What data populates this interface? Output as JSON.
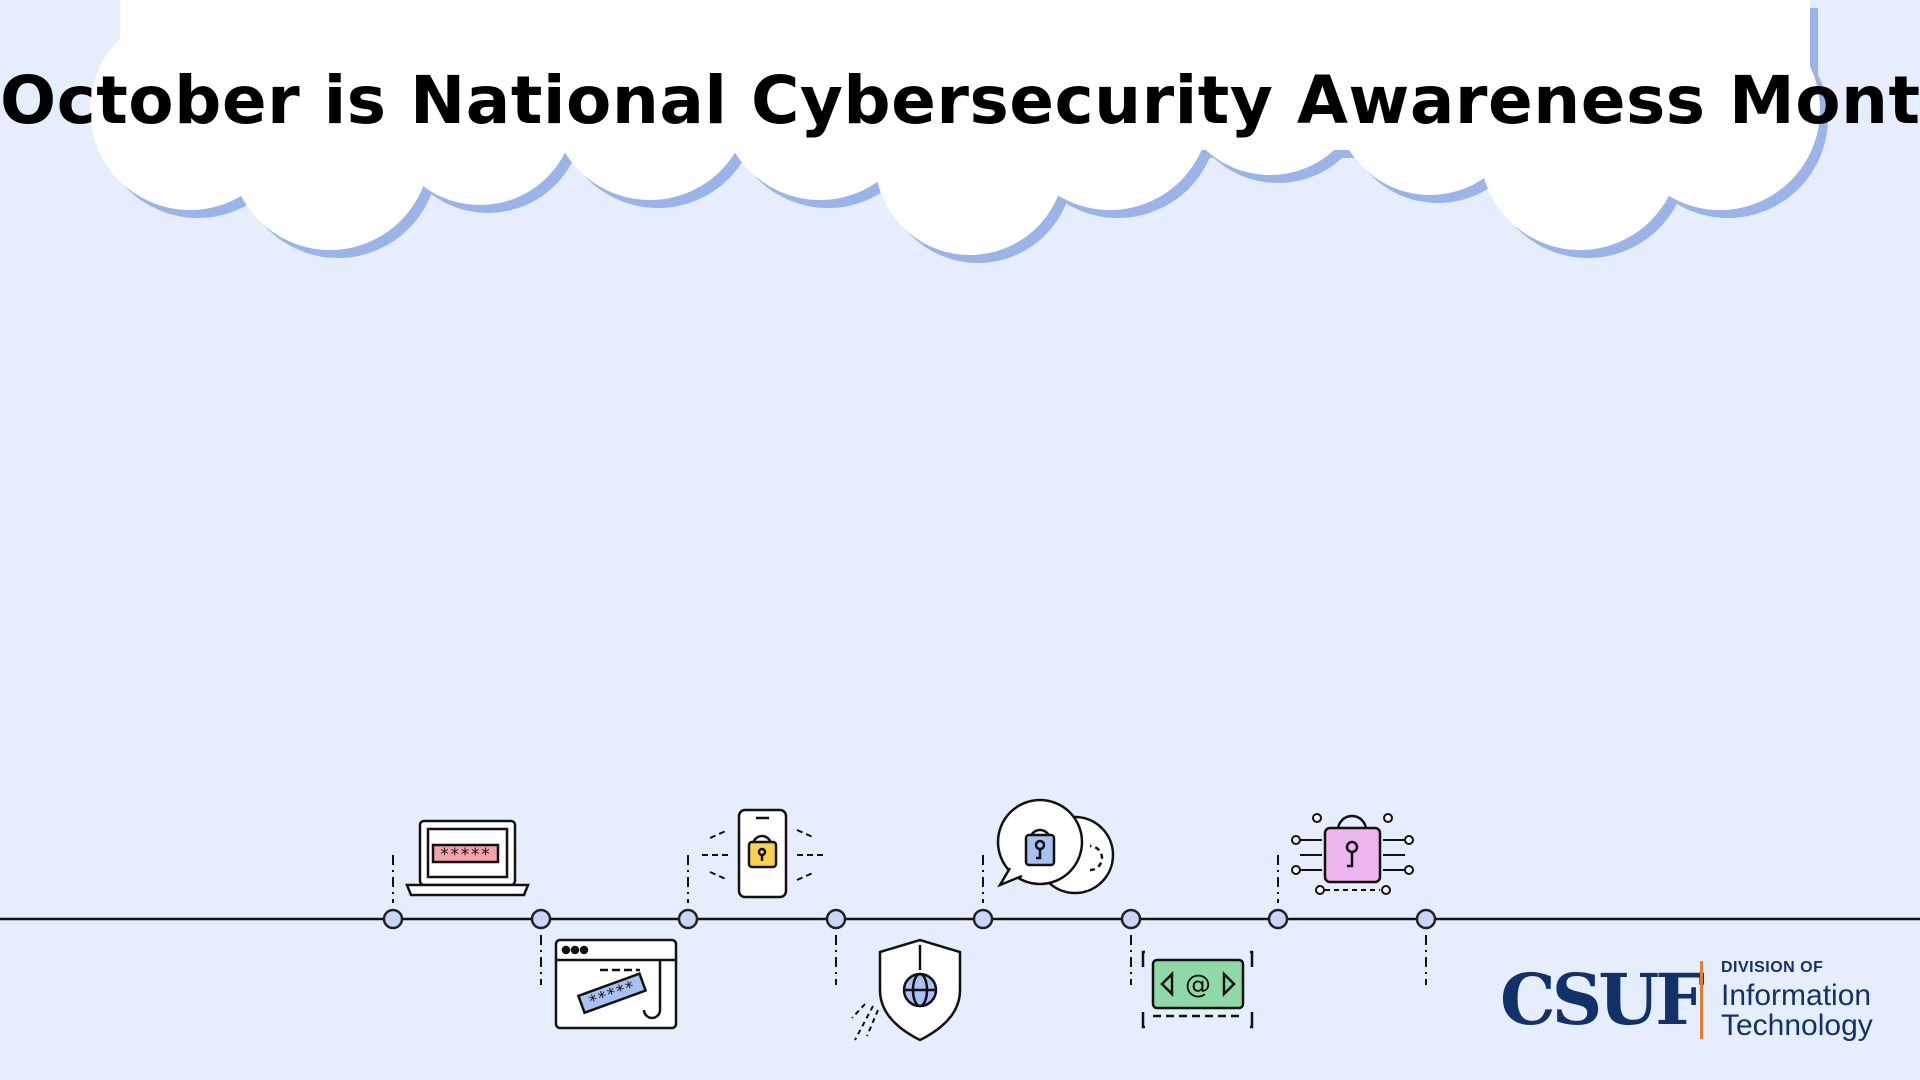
{
  "title": "October is National Cybersecurity Awareness Month",
  "timeline": {
    "icons": [
      {
        "name": "laptop-password-icon",
        "position": "above"
      },
      {
        "name": "phishing-password-icon",
        "position": "below"
      },
      {
        "name": "smartphone-lock-icon",
        "position": "above"
      },
      {
        "name": "shield-globe-icon",
        "position": "below"
      },
      {
        "name": "chat-lock-icon",
        "position": "above"
      },
      {
        "name": "email-scan-icon",
        "position": "below"
      },
      {
        "name": "circuit-lock-icon",
        "position": "above"
      }
    ],
    "password_mask": "*****"
  },
  "logo": {
    "wordmark": "CSUF",
    "division_label": "DIVISION OF",
    "line1": "Information",
    "line2": "Technology"
  },
  "colors": {
    "background": "#e6eefd",
    "cloud_shadow": "#9ab4ea",
    "node_fill": "#c9d6f7",
    "brand_blue": "#133169",
    "brand_orange": "#e47e2a",
    "accent_red": "#f4a3a8",
    "accent_yellow": "#f9d24a",
    "accent_blue": "#a9c0f3",
    "accent_green": "#8fd9a8",
    "accent_pink": "#edb5ef"
  }
}
